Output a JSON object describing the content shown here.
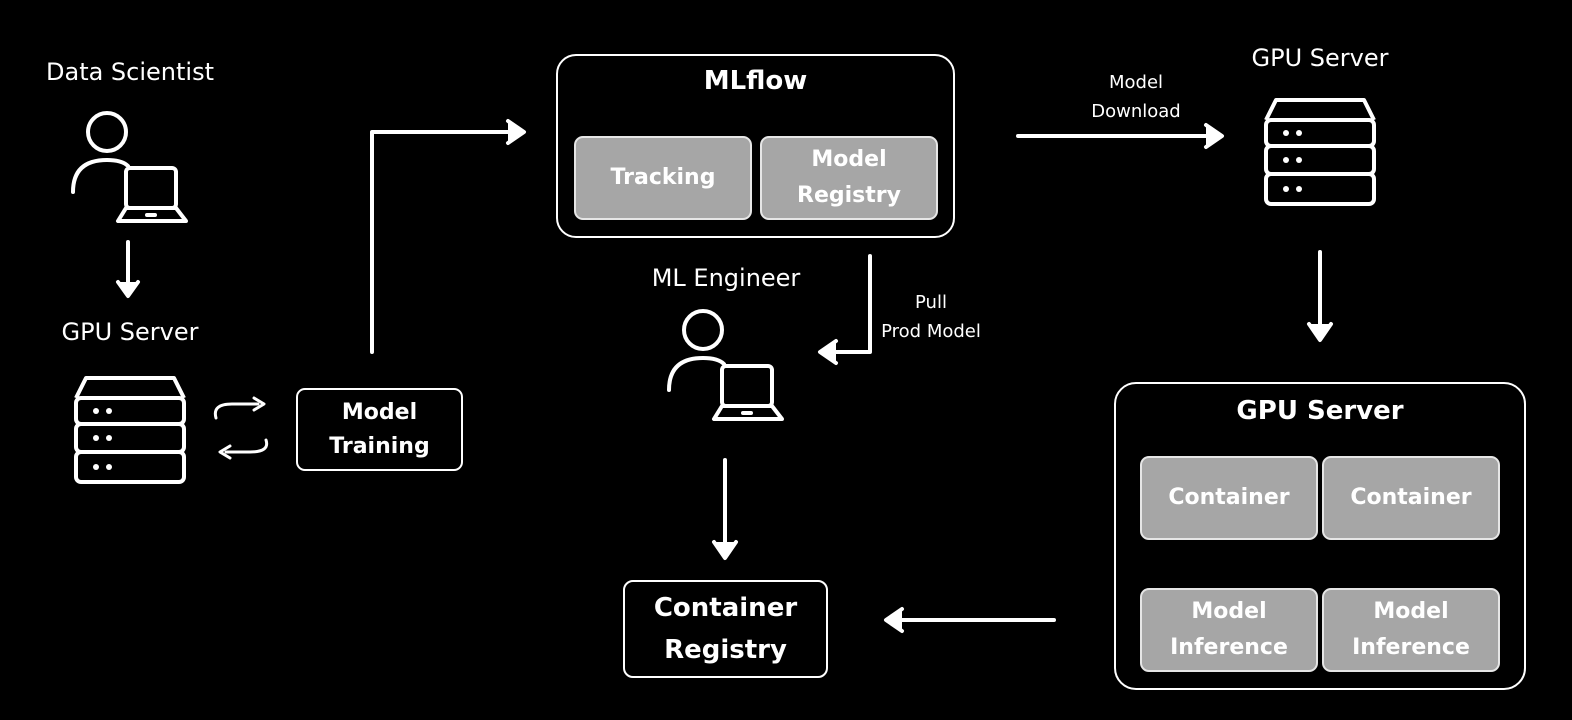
{
  "actors": {
    "data_scientist": "Data Scientist",
    "ml_engineer": "ML Engineer"
  },
  "servers": {
    "training_server": "GPU Server",
    "download_server": "GPU Server",
    "inference_server": "GPU Server"
  },
  "model_training": {
    "line1": "Model",
    "line2": "Training"
  },
  "mlflow": {
    "title": "MLflow",
    "tracking": "Tracking",
    "registry_line1": "Model",
    "registry_line2": "Registry"
  },
  "edges": {
    "model_download_line1": "Model",
    "model_download_line2": "Download",
    "pull_line1": "Pull",
    "pull_line2": "Prod Model"
  },
  "container_registry": {
    "line1": "Container",
    "line2": "Registry"
  },
  "inference_box": {
    "container_1": "Container",
    "container_2": "Container",
    "inference_1_line1": "Model",
    "inference_1_line2": "Inference",
    "inference_2_line1": "Model",
    "inference_2_line2": "Inference"
  },
  "colors": {
    "background": "#000000",
    "foreground": "#ffffff",
    "inner_fill": "#a6a6a6"
  }
}
